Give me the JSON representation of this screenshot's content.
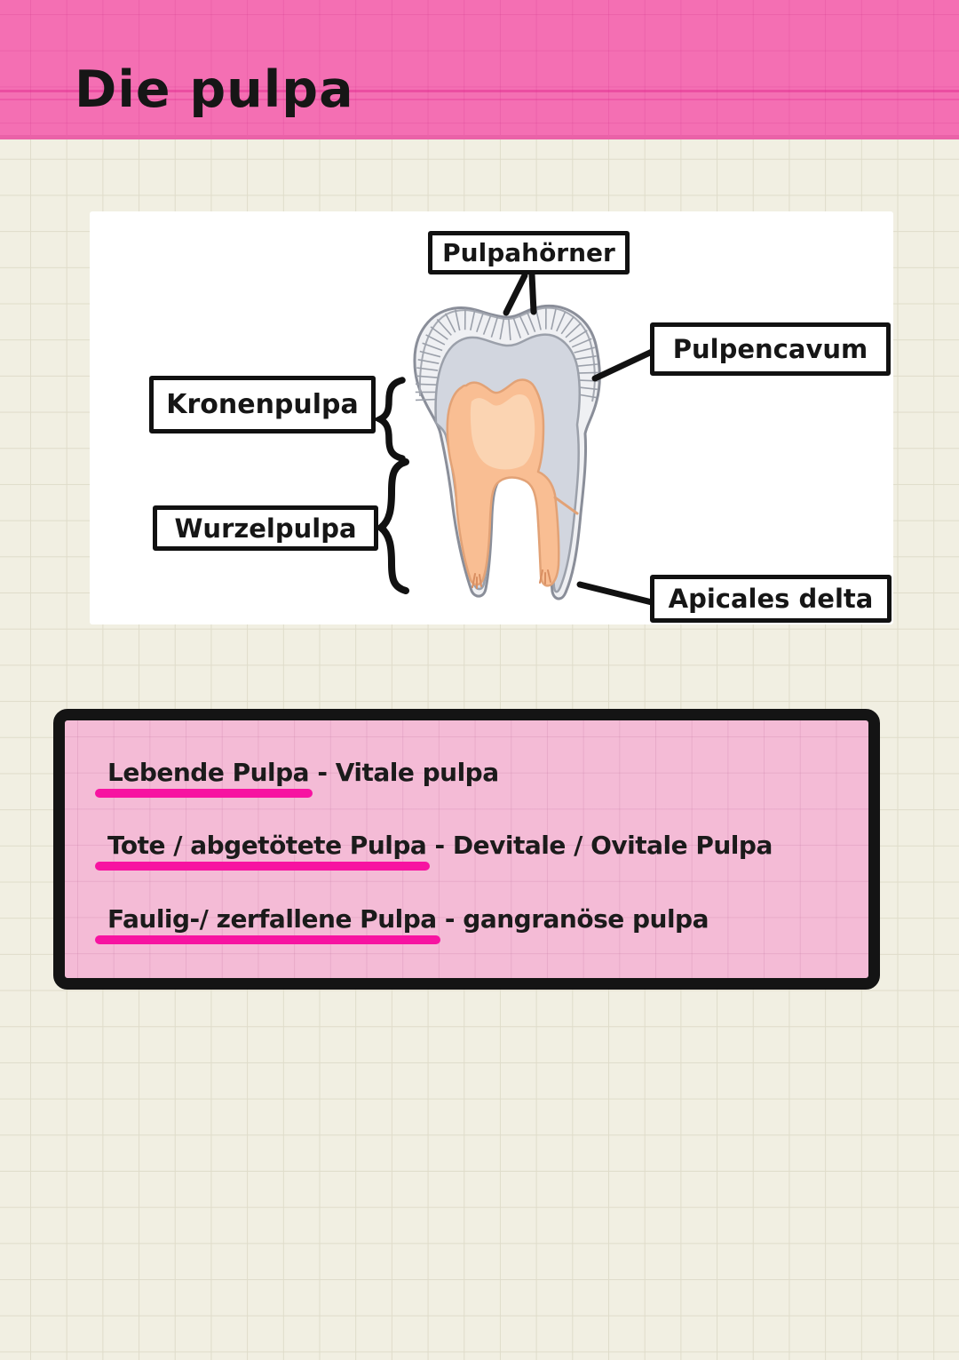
{
  "page": {
    "title": "Die pulpa"
  },
  "diagram": {
    "labels": {
      "pulpahorner": "Pulpahörner",
      "pulpencavum": "Pulpencavum",
      "kronenpulpa": "Kronenpulpa",
      "wurzelpulpa": "Wurzelpulpa",
      "apicales_delta": "Apicales delta"
    },
    "colors": {
      "enamel": "#EFF0F3",
      "dentin": "#D2D6DF",
      "pulp": "#F9BE93",
      "pulp_inner": "#FBD4B2",
      "outline": "#8A8E99",
      "dentin_outline": "#9BA0AA",
      "pulp_outline": "#E2A276"
    }
  },
  "notes": {
    "rows": [
      {
        "highlight": "Lebende Pulpa",
        "rest": " - Vitale pulpa"
      },
      {
        "highlight": "Tote / abgetötete Pulpa",
        "rest": " - Devitale / Ovitale Pulpa"
      },
      {
        "highlight": "Faulig-/ zerfallene Pulpa",
        "rest": " - gangranöse pulpa"
      }
    ],
    "underline_color": "#F713A1",
    "box_fill": "#F4BBD6"
  },
  "theme": {
    "header_pink": "#F46FB3",
    "background": "#F1EFE2",
    "grid_line": "#DFDCCA"
  }
}
